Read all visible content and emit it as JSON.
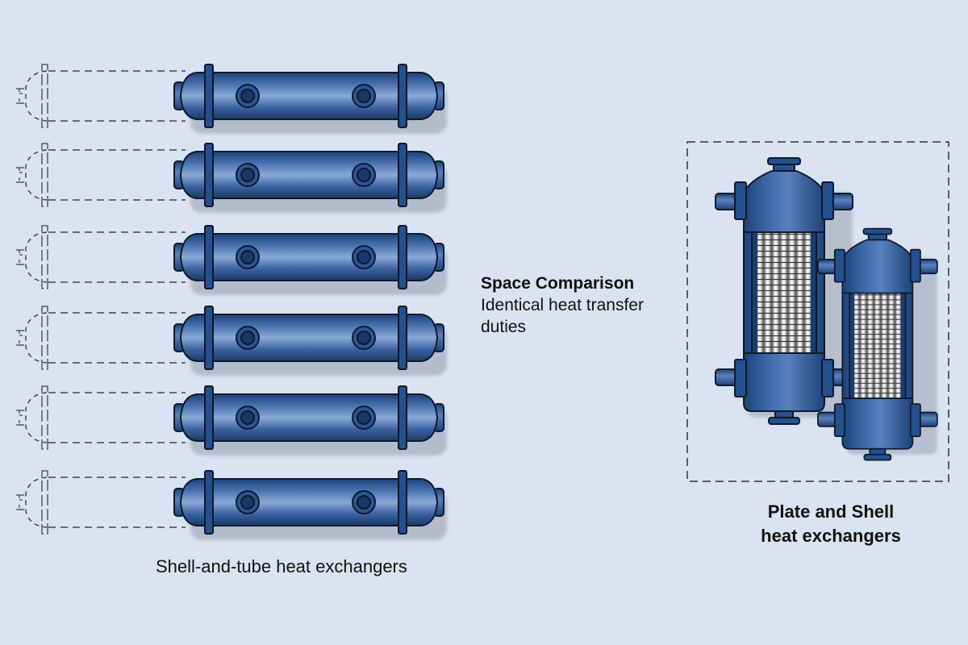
{
  "diagram": {
    "title": "Space Comparison",
    "subtitle": "Identical heat transfer duties",
    "left_group": {
      "caption": "Shell-and-tube heat exchangers",
      "unit_count": 6,
      "nozzles_per_unit": 2,
      "shows_tube_bundle_pull_space": true
    },
    "right_group": {
      "caption_line1": "Plate and Shell",
      "caption_line2": "heat exchangers",
      "unit_count": 2,
      "enclosed_in_dashed_boundary": true
    },
    "colors": {
      "background": "#dae3f1",
      "vessel_blue": "#2e5896",
      "vessel_dark": "#1b3c6e",
      "outline": "#0d1a2e",
      "plate_pack": "#c8c8c8",
      "dashed_line": "#333333"
    }
  }
}
